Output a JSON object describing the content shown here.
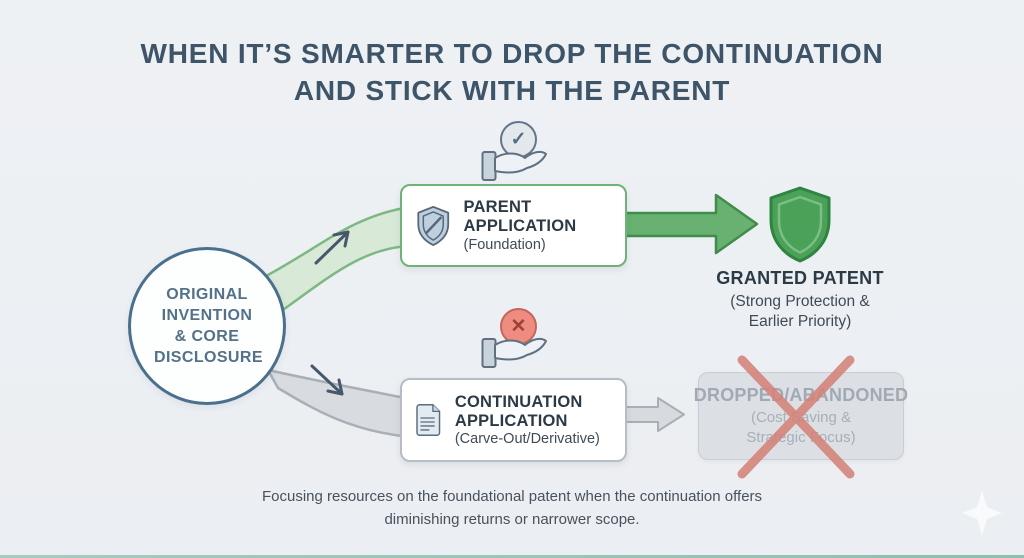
{
  "title": {
    "line1": "WHEN IT’S SMARTER TO DROP THE CONTINUATION",
    "line2": "AND STICK WITH THE PARENT"
  },
  "origin": {
    "label": "ORIGINAL INVENTION & CORE DISCLOSURE"
  },
  "parent_path": {
    "box_title": "PARENT APPLICATION",
    "box_subtitle": "(Foundation)",
    "outcome_title": "GRANTED PATENT",
    "outcome_subtitle": "(Strong Protection & Earlier Priority)"
  },
  "continuation_path": {
    "box_title": "CONTINUATION APPLICATION",
    "box_subtitle": "(Carve-Out/Derivative)",
    "outcome_title": "DROPPED/ABANDONED",
    "outcome_subtitle": "(Cost Saving & Strategic Focus)"
  },
  "caption": "Focusing resources on the foundational patent when the continuation offers diminishing returns or narrower scope.",
  "icons": {
    "check_badge": "✓",
    "cross_badge": "✕",
    "parent_box_icon": "shield-icon",
    "continuation_box_icon": "document-icon",
    "granted_icon": "green-shield-icon",
    "hand_icon": "offering-hand-icon",
    "logo_icon": "four-point-star-icon"
  },
  "colors": {
    "background": "#edf0f3",
    "title_text": "#3e5468",
    "circle_border": "#4a708e",
    "green_accent": "#4aa157",
    "green_ribbon_fill": "#d8e9d8",
    "green_ribbon_stroke": "#7db883",
    "gray_ribbon_fill": "#d8dce0",
    "gray_ribbon_stroke": "#a8afb6",
    "green_arrow": "#68b171",
    "red_x": "#d4837a",
    "red_badge": "#ee8c80",
    "dropped_bg": "#dcdfe3",
    "dropped_text": "#a4acb5",
    "teal_bar": "#9ec4b6"
  }
}
